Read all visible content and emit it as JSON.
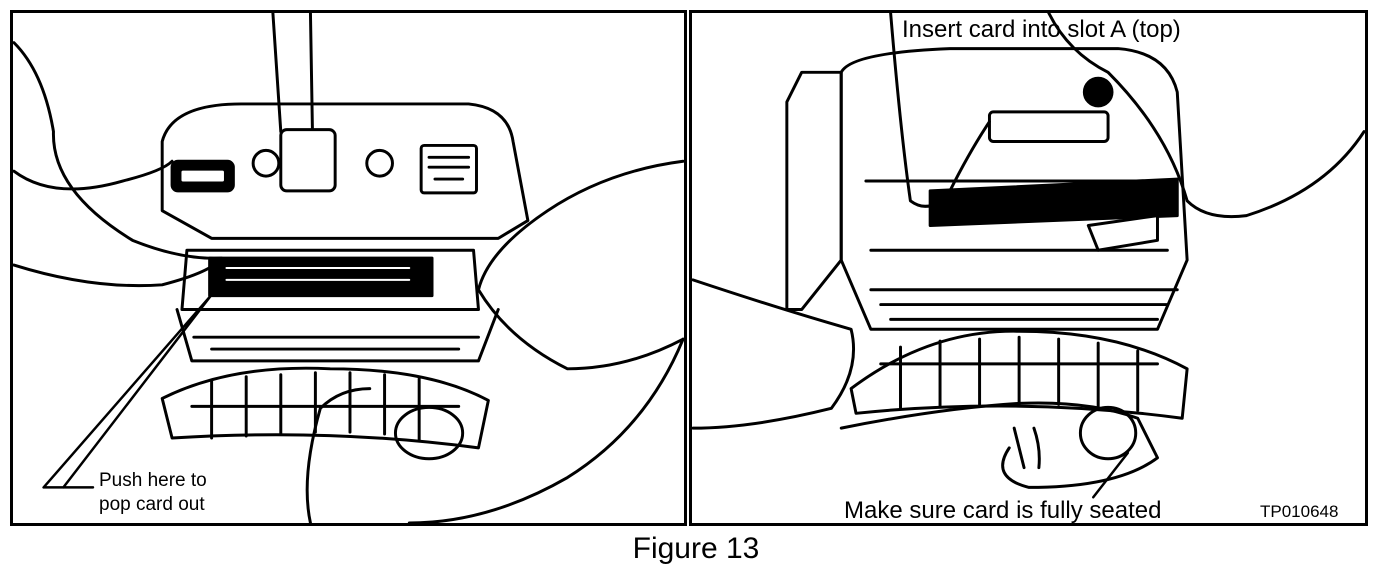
{
  "left_panel": {
    "callout_line1": "Push here to",
    "callout_line2": "pop card out"
  },
  "right_panel": {
    "callout_top": "Insert card into slot A (top)",
    "callout_bottom": "Make sure card is fully seated",
    "figure_code": "TP010648"
  },
  "caption": "Figure 13",
  "colors": {
    "ink": "#000000",
    "paper": "#ffffff"
  }
}
